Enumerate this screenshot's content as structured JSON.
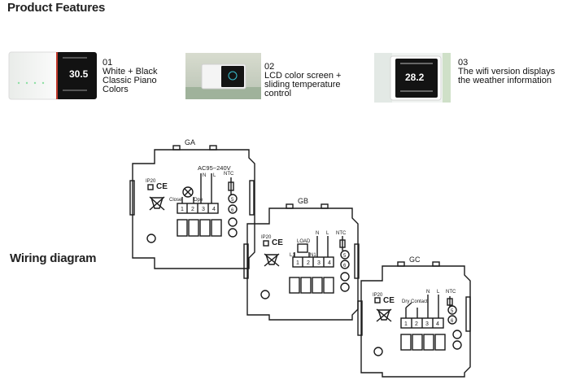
{
  "headings": {
    "product_features": "Product Features",
    "wiring_diagram": "Wiring diagram"
  },
  "features": [
    {
      "num": "01",
      "lines": [
        "White + Black",
        "Classic Piano",
        "Colors"
      ]
    },
    {
      "num": "02",
      "lines": [
        "LCD color screen +",
        "sliding temperature",
        "control"
      ]
    },
    {
      "num": "03",
      "lines": [
        "The wifi version displays",
        "the weather information"
      ]
    }
  ],
  "thermostat_display": {
    "t1": "30.5",
    "t2": "28.2"
  },
  "diagrams": {
    "ga": {
      "label": "GA",
      "ip": "IP20",
      "ce": "CE",
      "ac": "AC95~240V",
      "n": "N",
      "l": "L",
      "ntc": "NTC",
      "close": "Close",
      "open": "Ope",
      "terminals": [
        "1",
        "2",
        "3",
        "4"
      ],
      "side": [
        "5",
        "6"
      ]
    },
    "gb": {
      "label": "GB",
      "ip": "IP20",
      "ce": "CE",
      "load": "LOAD",
      "l1": "L1",
      "n1": "N1",
      "n": "N",
      "l": "L",
      "ntc": "NTC",
      "terminals": [
        "1",
        "2",
        "3",
        "4"
      ],
      "side": [
        "5",
        "6"
      ]
    },
    "gc": {
      "label": "GC",
      "ip": "IP20",
      "ce": "CE",
      "dry": "Dry Contact",
      "n": "N",
      "l": "L",
      "ntc": "NTC",
      "terminals": [
        "1",
        "2",
        "3",
        "4"
      ],
      "side": [
        "5",
        "6"
      ]
    }
  }
}
